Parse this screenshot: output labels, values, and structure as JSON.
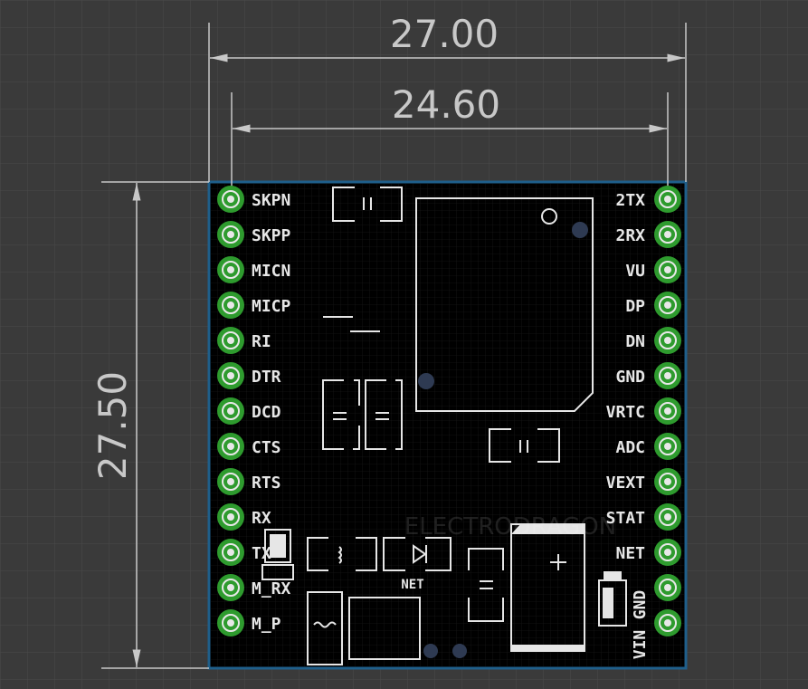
{
  "dimensions": {
    "width_outer": "27.00",
    "width_inner": "24.60",
    "height": "27.50"
  },
  "left_pins": [
    "SKPN",
    "SKPP",
    "MICN",
    "MICP",
    "RI",
    "DTR",
    "DCD",
    "CTS",
    "RTS",
    "RX",
    "TX",
    "M_RX",
    "M_P"
  ],
  "right_pins": [
    "2TX",
    "2RX",
    "VU",
    "DP",
    "DN",
    "GND",
    "VRTC",
    "ADC",
    "VEXT",
    "STAT",
    "NET",
    "GND",
    "VIN"
  ],
  "silkscreen": {
    "net_label": "NET",
    "plus_label": "+"
  },
  "watermark": "ELECTRODRAGON",
  "colors": {
    "background": "#3a3a3a",
    "board": "#000000",
    "board_outline": "#1f5f8b",
    "pad": "#2e9b2e",
    "silkscreen": "#e6e6e6",
    "dimension": "#c8c8c8"
  }
}
